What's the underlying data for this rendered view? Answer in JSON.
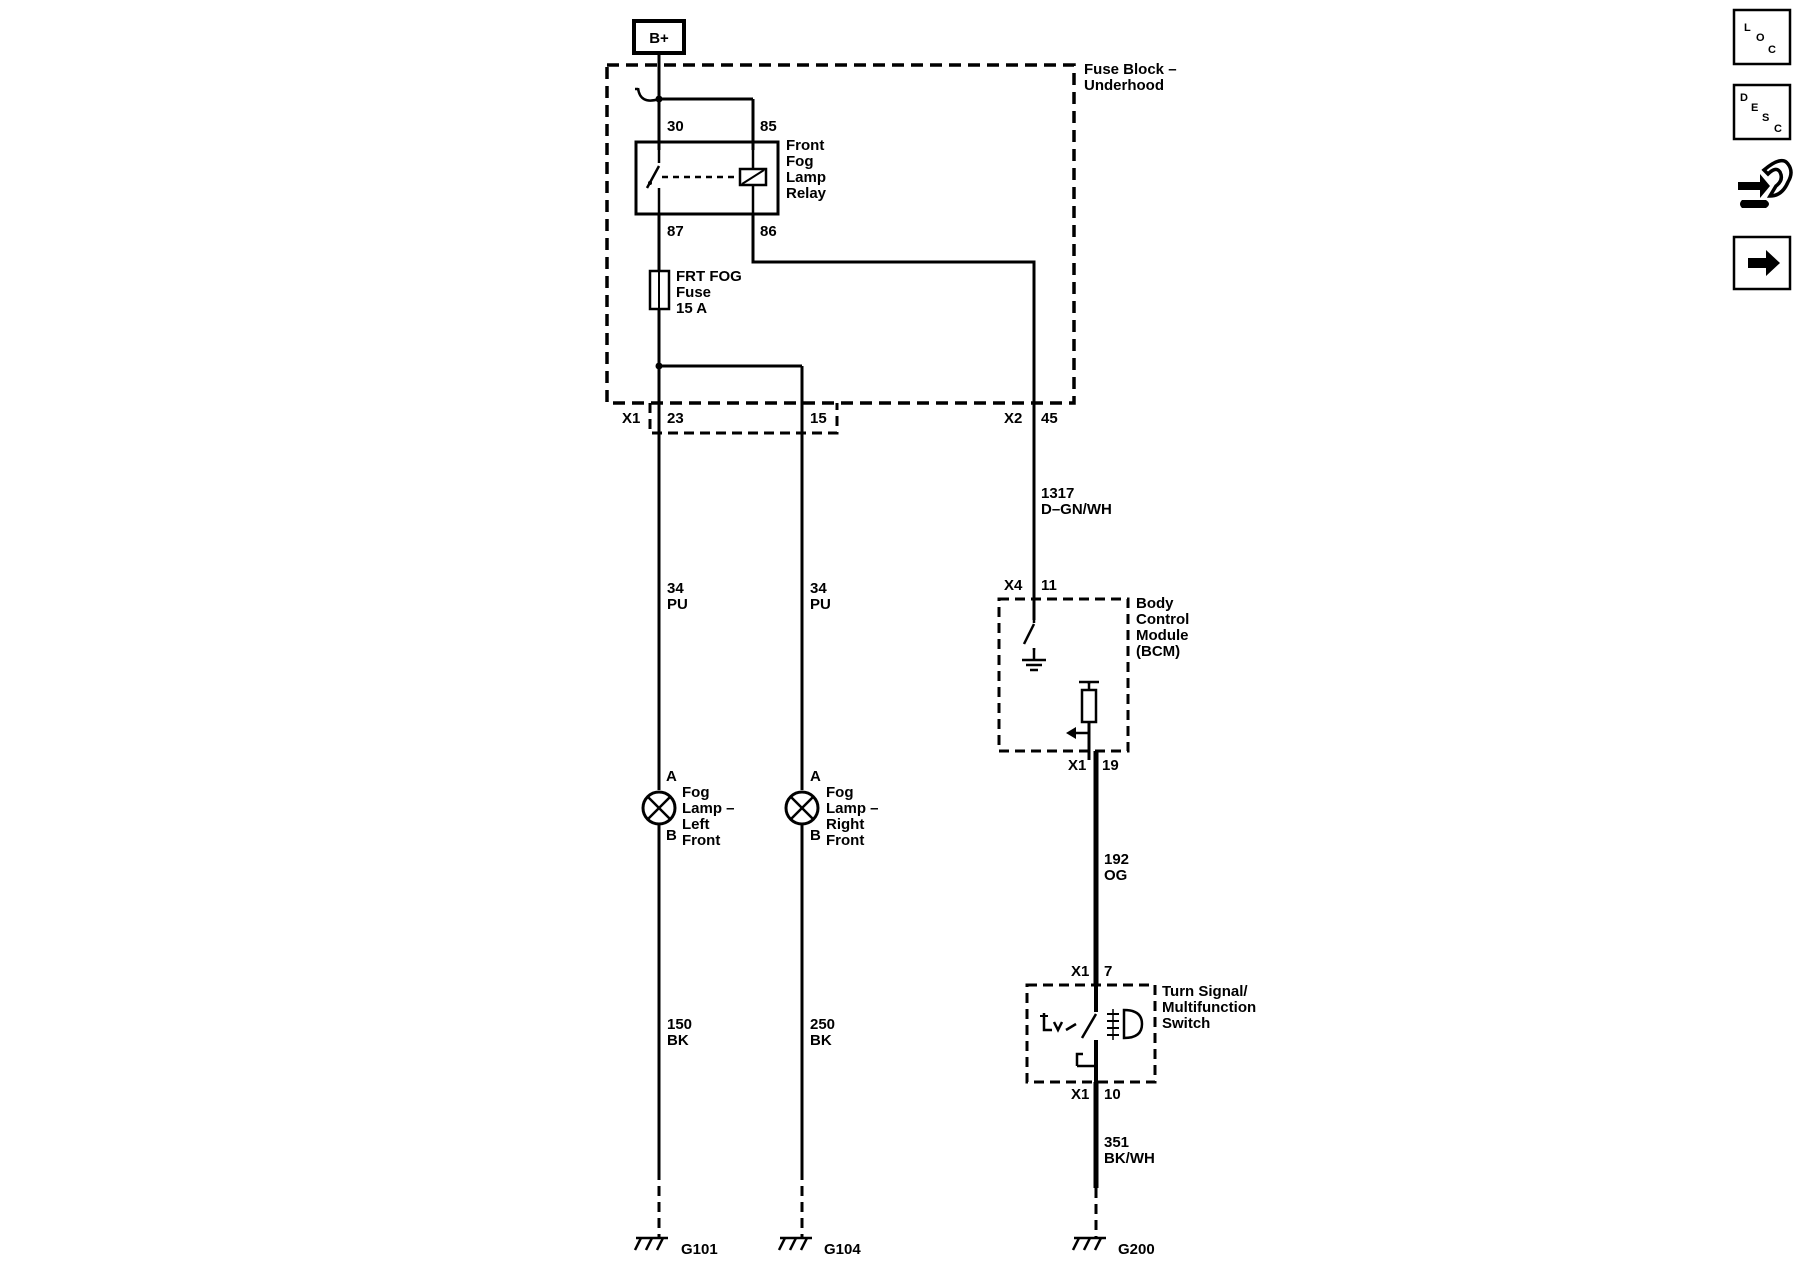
{
  "power_source": {
    "label": "B+"
  },
  "fuse_block": {
    "title_line1": "Fuse Block –",
    "title_line2": "Underhood",
    "connector_x1": "X1",
    "connector_x2": "X2",
    "pin_23": "23",
    "pin_15": "15",
    "pin_45": "45"
  },
  "relay": {
    "name_line1": "Front",
    "name_line2": "Fog",
    "name_line3": "Lamp",
    "name_line4": "Relay",
    "pin_30": "30",
    "pin_85": "85",
    "pin_87": "87",
    "pin_86": "86"
  },
  "fuse": {
    "name_line1": "FRT FOG",
    "name_line2": "Fuse",
    "rating": "15 A"
  },
  "wires": {
    "bcm_feed_circuit": "1317",
    "bcm_feed_color": "D–GN/WH",
    "left_feed_circuit": "34",
    "left_feed_color": "PU",
    "right_feed_circuit": "34",
    "right_feed_color": "PU",
    "left_ground_circuit": "150",
    "left_ground_color": "BK",
    "right_ground_circuit": "250",
    "right_ground_color": "BK",
    "switch_signal_circuit": "192",
    "switch_signal_color": "OG",
    "switch_ground_circuit": "351",
    "switch_ground_color": "BK/WH"
  },
  "bcm": {
    "name_line1": "Body",
    "name_line2": "Control",
    "name_line3": "Module",
    "name_line4": "(BCM)",
    "connector_x4": "X4",
    "pin_11": "11",
    "connector_x1": "X1",
    "pin_19": "19"
  },
  "left_lamp": {
    "pin_a": "A",
    "pin_b": "B",
    "name_line1": "Fog",
    "name_line2": "Lamp –",
    "name_line3": "Left",
    "name_line4": "Front"
  },
  "right_lamp": {
    "pin_a": "A",
    "pin_b": "B",
    "name_line1": "Fog",
    "name_line2": "Lamp –",
    "name_line3": "Right",
    "name_line4": "Front"
  },
  "turn_switch": {
    "name_line1": "Turn Signal/",
    "name_line2": "Multifunction",
    "name_line3": "Switch",
    "connector_top": "X1",
    "pin_7": "7",
    "connector_bottom": "X1",
    "pin_10": "10"
  },
  "grounds": {
    "g101": "G101",
    "g104": "G104",
    "g200": "G200"
  },
  "nav": {
    "loc_l": "L",
    "loc_o": "O",
    "loc_c": "C",
    "desc_d": "D",
    "desc_e": "E",
    "desc_s": "S",
    "desc_c": "C"
  }
}
